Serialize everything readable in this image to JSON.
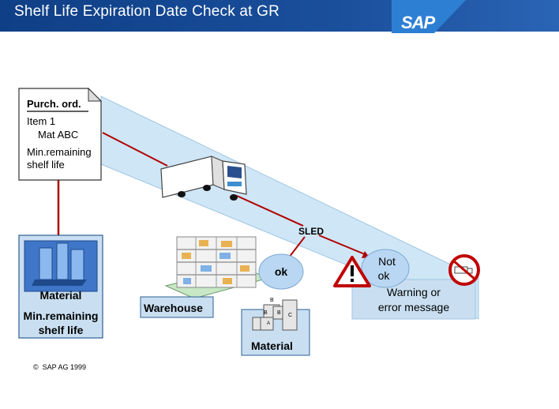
{
  "header": {
    "title": "Shelf Life Expiration Date Check at GR",
    "logo": "SAP",
    "colors": {
      "bar": "#1a4f9c",
      "band": "#cfe6f6"
    }
  },
  "purchase_order": {
    "title": "Purch. ord.",
    "item": "Item 1",
    "material": "Mat ABC",
    "min_remaining_1": "Min.remaining",
    "min_remaining_2": "shelf life"
  },
  "material_master": {
    "label": "Material",
    "caption_1": "Min.remaining",
    "caption_2": "shelf life"
  },
  "flow": {
    "sled": "SLED"
  },
  "result_ok": {
    "label": "ok"
  },
  "result_not_ok": {
    "label_1": "Not",
    "label_2": "ok",
    "message_1": "Warning or",
    "message_2": "error message"
  },
  "warehouse": {
    "label": "Warehouse"
  },
  "material_box": {
    "label": "Material",
    "box_letters": [
      "B",
      "B",
      "B",
      "C",
      "A"
    ]
  },
  "icons": [
    "document-icon",
    "truck-icon",
    "material-master-icon",
    "warehouse-shelf-icon",
    "boxes-icon",
    "warning-icon",
    "no-truck-icon"
  ],
  "footer": {
    "copyright": "SAP AG 1999"
  }
}
